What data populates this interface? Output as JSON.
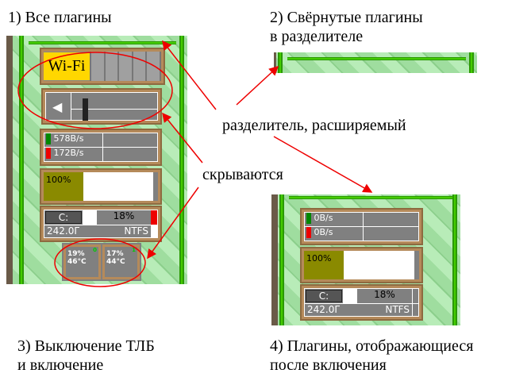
{
  "captions": {
    "c1": "1) Все плагины",
    "c2a": "2) Свёрнутые плагины",
    "c2b": "в разделителе",
    "c3a": "3) Выключение ТЛБ",
    "c3b": "и включение",
    "c4a": "4) Плагины, отображающиеся",
    "c4b": "после включения",
    "splitter": "разделитель, расширяемый",
    "hidden": "скрываются"
  },
  "panel1": {
    "wifi": "Wi-Fi",
    "net_down": "578B/s",
    "net_up": "172B/s",
    "battery": "100%",
    "disk_letter": "C:",
    "disk_used": "18%",
    "disk_size": "242.0Г",
    "disk_fs": "NTFS",
    "cpus": [
      {
        "id": "0",
        "load": "19%",
        "temp": "46°C"
      },
      {
        "id": "1",
        "load": "17%",
        "temp": "44°C"
      }
    ]
  },
  "panel4": {
    "net_down": "0B/s",
    "net_up": "0B/s",
    "battery": "100%",
    "disk_letter": "C:",
    "disk_used": "18%",
    "disk_size": "242.0Г",
    "disk_fs": "NTFS"
  },
  "colors": {
    "annotation": "#ee0000",
    "splitter": "#44cc00",
    "wifi": "#ffd700",
    "battery": "#8a8a00"
  }
}
